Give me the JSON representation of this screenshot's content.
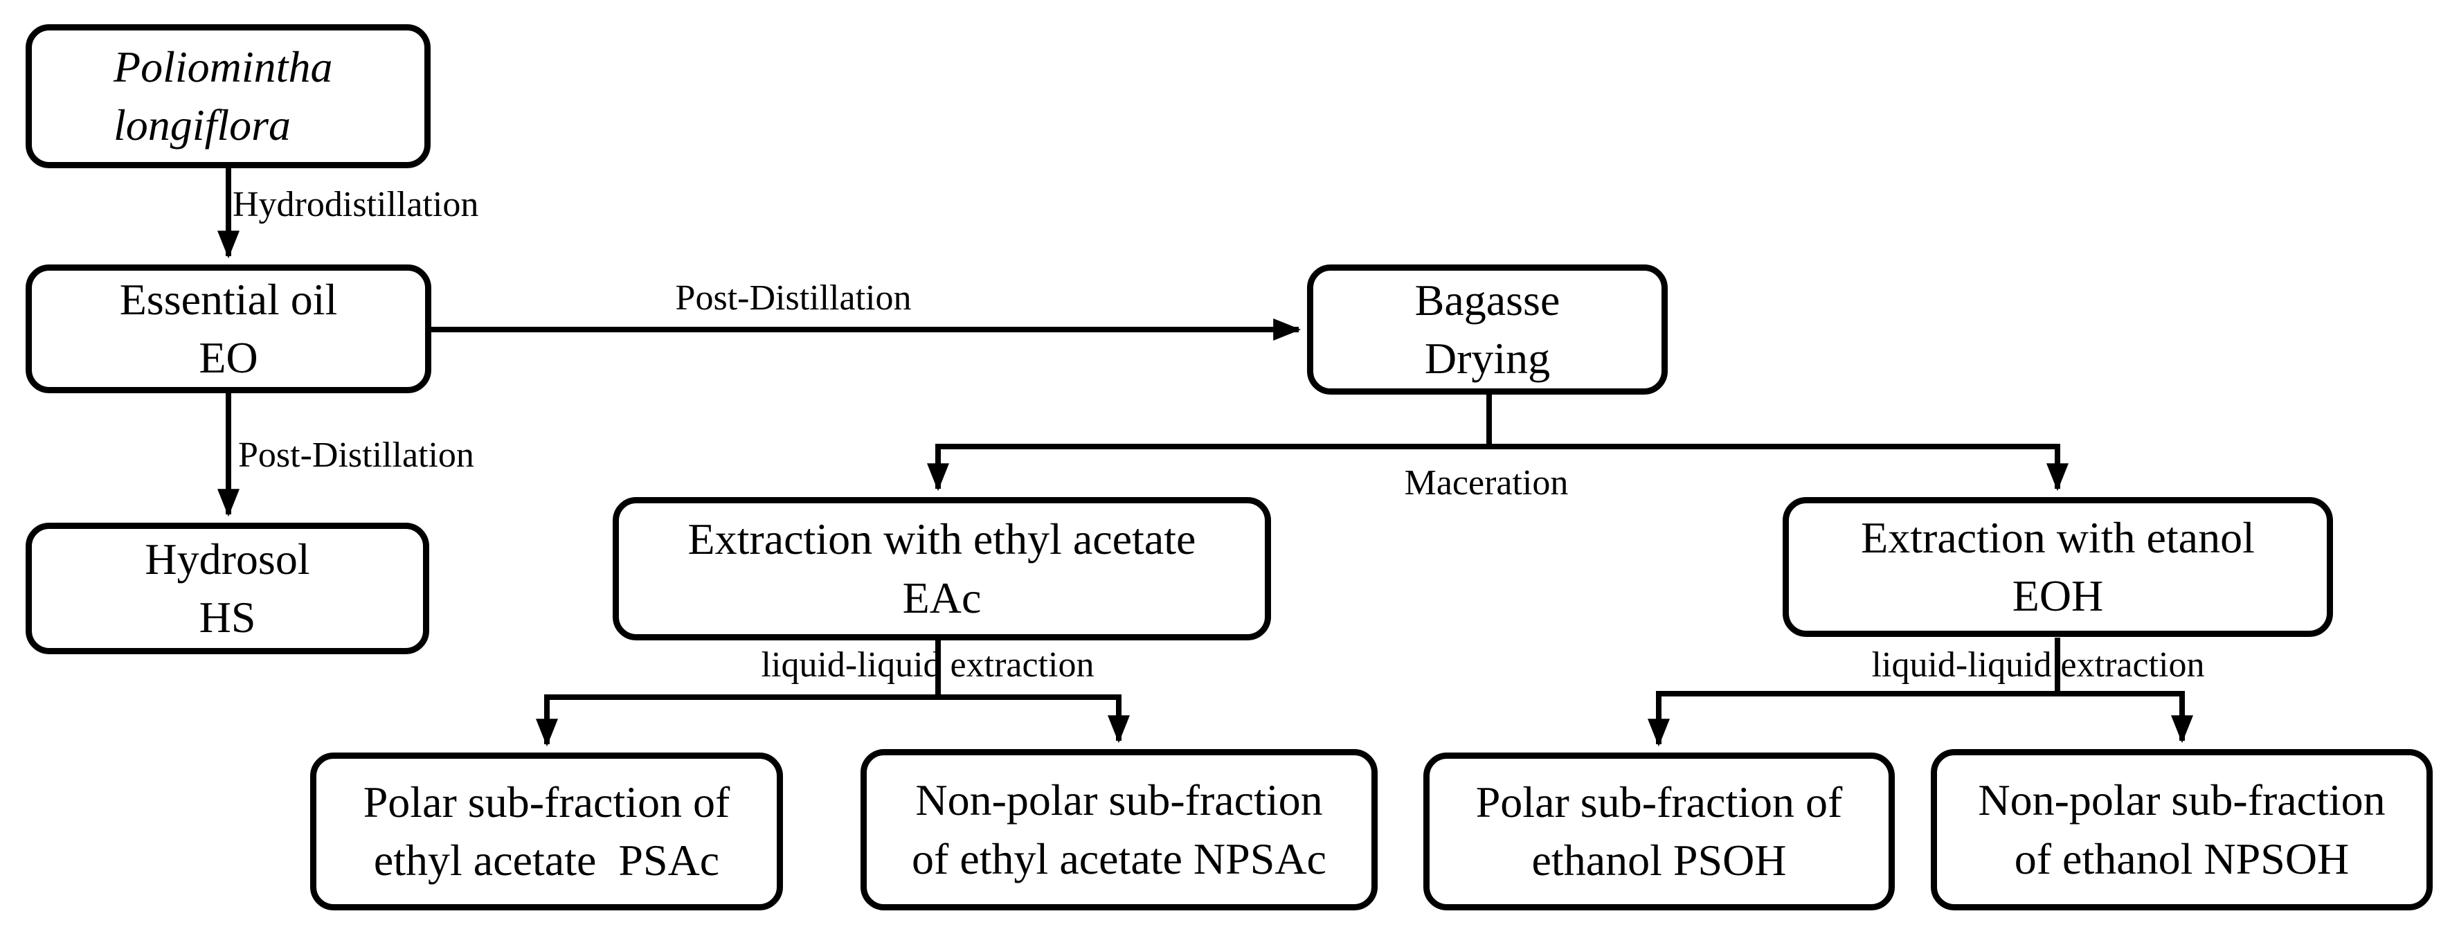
{
  "diagram": {
    "title": "Poliomintha longiflora extraction flowchart",
    "colors": {
      "background": "#ffffff",
      "line": "#000000",
      "node_fill": "#ffffff",
      "node_border": "#000000",
      "text": "#000000"
    },
    "nodes": {
      "plant": {
        "line1": "Poliomintha",
        "line2": "longiflora"
      },
      "eo": {
        "line1": "Essential oil",
        "line2": "EO"
      },
      "hs": {
        "line1": "Hydrosol",
        "line2": "HS"
      },
      "bagasse": {
        "line1": "Bagasse",
        "line2": "Drying"
      },
      "eac": {
        "line1": "Extraction with ethyl acetate",
        "line2": "EAc"
      },
      "eoh": {
        "line1": "Extraction with etanol",
        "line2": "EOH"
      },
      "psac": {
        "line1": "Polar sub-fraction of",
        "line2": "ethyl acetate  PSAc"
      },
      "npsac": {
        "line1": "Non-polar sub-fraction",
        "line2": "of ethyl acetate NPSAc"
      },
      "psoh": {
        "line1": "Polar sub-fraction of",
        "line2": "ethanol PSOH"
      },
      "npsoh": {
        "line1": "Non-polar sub-fraction",
        "line2": "of ethanol NPSOH"
      }
    },
    "edge_labels": {
      "hydrodistillation": "Hydrodistillation",
      "post_distillation_down": "Post-Distillation",
      "post_distillation_right": "Post-Distillation",
      "maceration": "Maceration",
      "lle_left": "liquid-liquid extraction",
      "lle_right": "liquid-liquid extraction"
    }
  }
}
